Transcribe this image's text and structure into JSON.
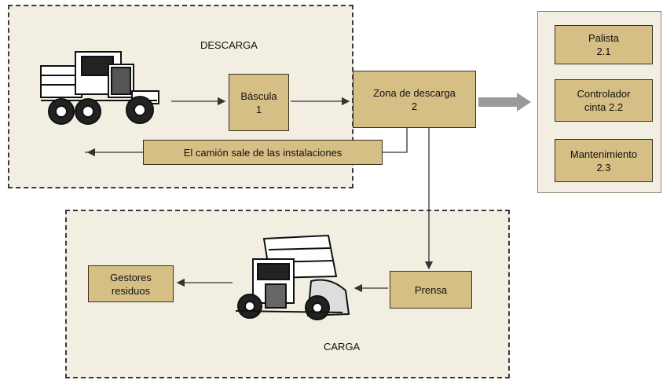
{
  "zones": {
    "descarga": "DESCARGA",
    "carga": "CARGA"
  },
  "nodes": {
    "bascula": "Báscula\n1",
    "zona_descarga": "Zona de descarga\n2",
    "salida": "El camión sale de las instalaciones",
    "prensa": "Prensa",
    "gestores": "Gestores\nresiduos",
    "palista": "Palista\n2.1",
    "controlador": "Controlador\ncinta 2.2",
    "mantenimiento": "Mantenimiento\n2.3"
  },
  "colors": {
    "box_fill": "#d6bf85",
    "zone_fill": "#f3eee2",
    "arrow": "#333333",
    "big_arrow": "#9a9a9a"
  },
  "icons": [
    "flatbed-truck-icon",
    "dump-truck-icon"
  ]
}
